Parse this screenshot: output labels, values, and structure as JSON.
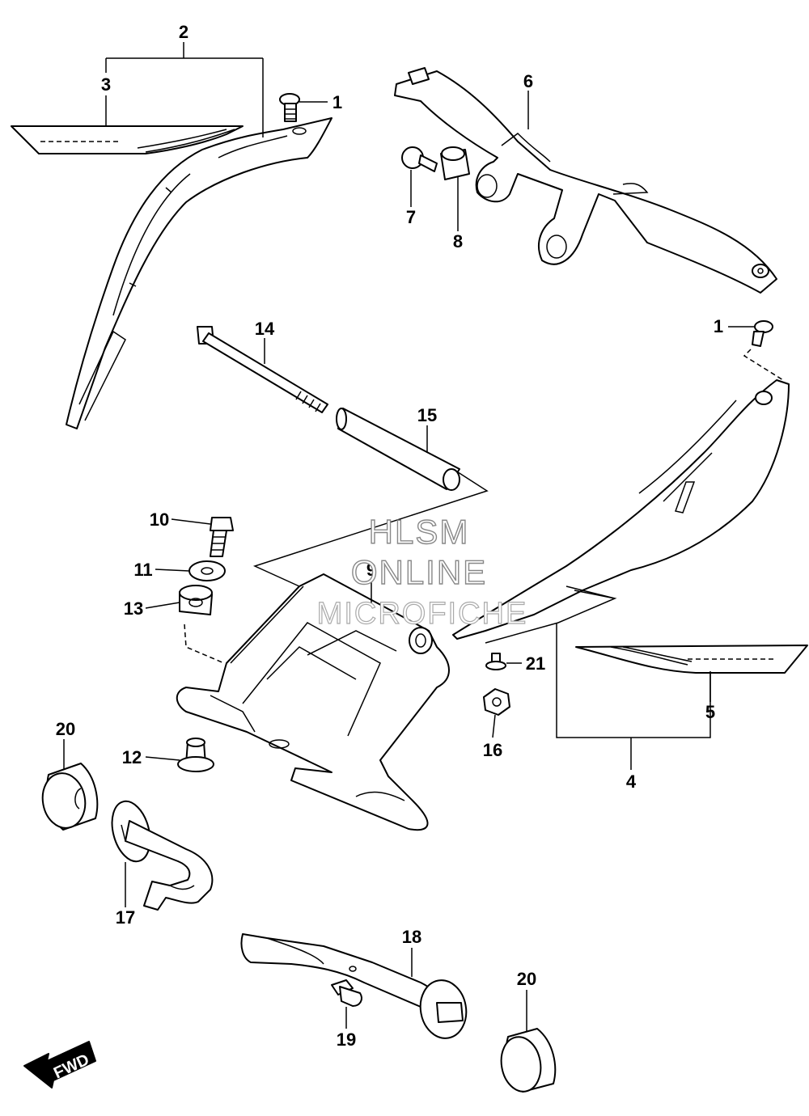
{
  "callouts": {
    "c1a": "1",
    "c1b": "1",
    "c2": "2",
    "c3": "3",
    "c4": "4",
    "c5": "5",
    "c6": "6",
    "c7": "7",
    "c8": "8",
    "c9": "9",
    "c10": "10",
    "c11": "11",
    "c12": "12",
    "c13": "13",
    "c14": "14",
    "c15": "15",
    "c16": "16",
    "c17": "17",
    "c18": "18",
    "c19": "19",
    "c20a": "20",
    "c20b": "20",
    "c21": "21"
  },
  "watermark": {
    "line1": "HLSM",
    "line2": "ONLINE",
    "line3": "MICROFICHE"
  },
  "fwd": {
    "label": "FWD"
  }
}
